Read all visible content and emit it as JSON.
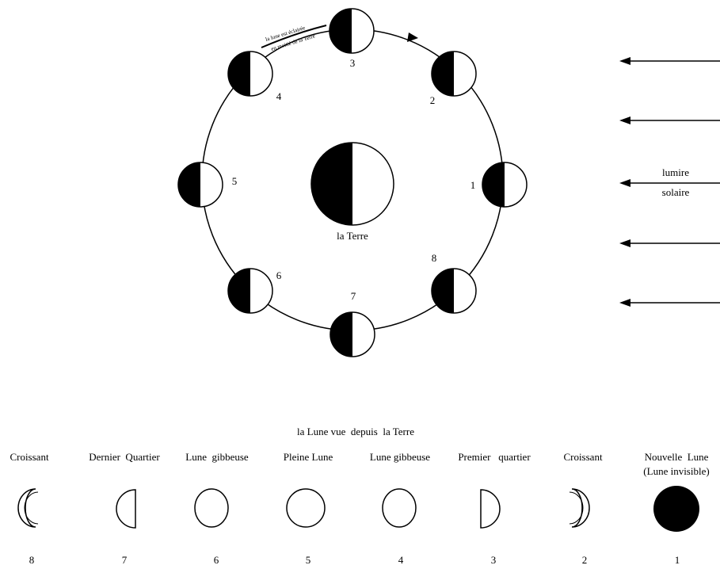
{
  "orbit": {
    "earth_label": "la Terre",
    "orbit_note_line1": "la lune est éclairée",
    "orbit_note_line2": "en moitié de la Terre",
    "moon_numbers": [
      "1",
      "2",
      "3",
      "4",
      "5",
      "6",
      "7",
      "8"
    ]
  },
  "sunlight": {
    "label_line1": "lumire",
    "label_line2": "solaire",
    "arrow_count": 5
  },
  "phases": {
    "heading": "la Lune vue  depuis  la Terre",
    "items": [
      {
        "name": "Croissant",
        "name2": "",
        "number": "8"
      },
      {
        "name": "Dernier  Quartier",
        "name2": "",
        "number": "7"
      },
      {
        "name": "Lune  gibbeuse",
        "name2": "",
        "number": "6"
      },
      {
        "name": "Pleine Lune",
        "name2": "",
        "number": "5"
      },
      {
        "name": "Lune gibbeuse",
        "name2": "",
        "number": "4"
      },
      {
        "name": "Premier   quartier",
        "name2": "",
        "number": "3"
      },
      {
        "name": "Croissant",
        "name2": "",
        "number": "2"
      },
      {
        "name": "Nouvelle  Lune",
        "name2": "(Lune invisible)",
        "number": "1"
      }
    ]
  }
}
